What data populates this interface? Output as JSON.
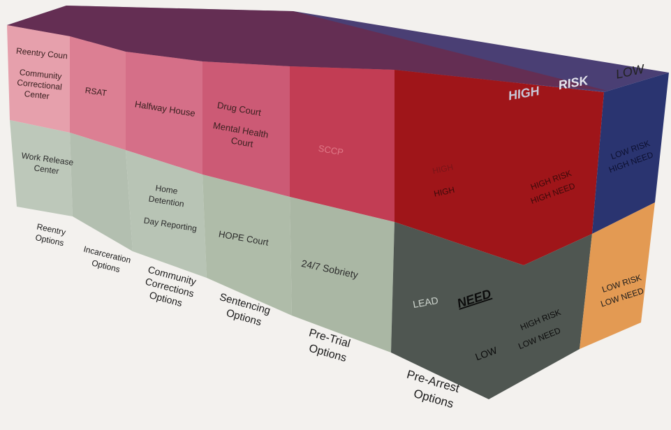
{
  "colors": {
    "background": "#f3f1ee",
    "top_face": "#4a3f74",
    "pink_light": "#e4899b",
    "pink_mid": "#d86d86",
    "pink_deep": "#cc4d68",
    "crimson": "#b8283a",
    "dark_red": "#9a1216",
    "navy": "#2a3470",
    "grey_green": "#b6c2b3",
    "dark_grey": "#4f5651",
    "orange": "#e39a53"
  },
  "top_row": {
    "col1_a": "Reentry Coun",
    "col1_b1": "Community",
    "col1_b2": "Correctional",
    "col1_b3": "Center",
    "col2": "RSAT",
    "col3": "Halfway House",
    "col4_a": "Drug Court",
    "col4_b1": "Mental Health",
    "col4_b2": "Court",
    "col5": "SCCP",
    "high_risk_left": "HIGH",
    "high_risk_right": "HIGH RISK",
    "high_need_right": "HIGH NEED",
    "high_mid": "HIGH",
    "low_risk_high_need_1": "LOW RISK",
    "low_risk_high_need_2": "HIGH NEED"
  },
  "bottom_row": {
    "col1_1": "Work Release",
    "col1_2": "Center",
    "col3_a1": "Home",
    "col3_a2": "Detention",
    "col3_b": "Day Reporting",
    "col4": "HOPE Court",
    "col5": "24/7 Sobriety",
    "lead": "LEAD",
    "need": "NEED",
    "low": "LOW",
    "high_risk_low_need_1": "HIGH RISK",
    "high_risk_low_need_2": "LOW NEED",
    "low_risk_low_need_1": "LOW RISK",
    "low_risk_low_need_2": "LOW NEED"
  },
  "axis": {
    "high": "HIGH",
    "risk": "RISK",
    "low": "LOW"
  },
  "categories": {
    "c1_1": "Reentry",
    "c1_2": "Options",
    "c2_1": "Incarceration",
    "c2_2": "Options",
    "c3_1": "Community",
    "c3_2": "Corrections",
    "c3_3": "Options",
    "c4_1": "Sentencing",
    "c4_2": "Options",
    "c5_1": "Pre-Trial",
    "c5_2": "Options",
    "c6_1": "Pre-Arrest",
    "c6_2": "Options"
  }
}
